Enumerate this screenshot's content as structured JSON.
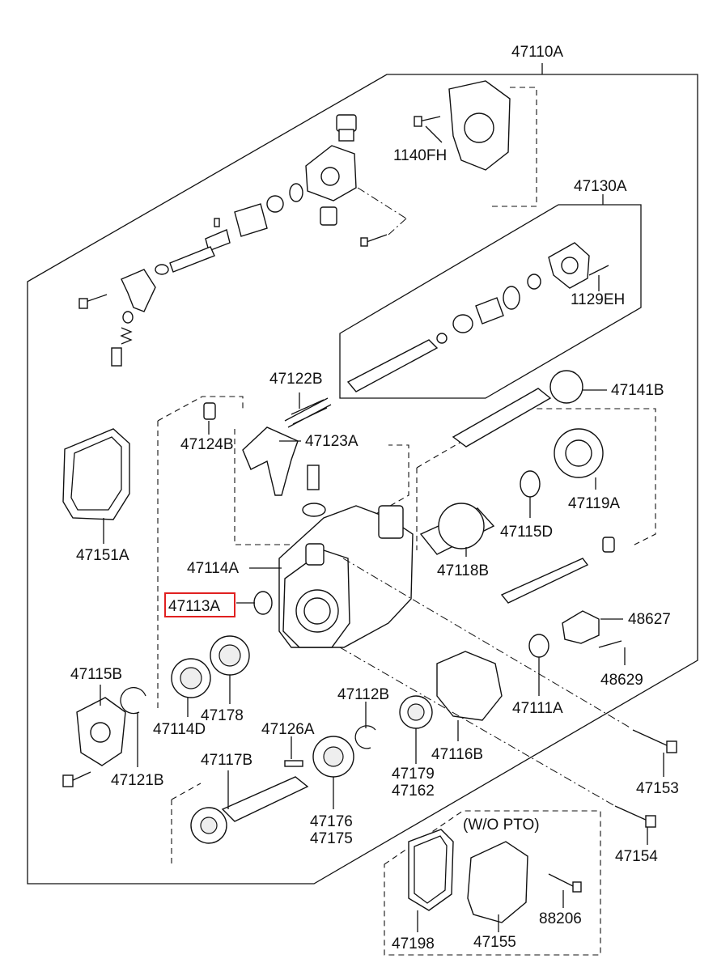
{
  "labels": {
    "p47110A": "47110A",
    "p1140FH": "1140FH",
    "p47130A": "47130A",
    "p1129EH": "1129EH",
    "p47122B": "47122B",
    "p47141B": "47141B",
    "p47124B": "47124B",
    "p47123A": "47123A",
    "p47119A": "47119A",
    "p47151A": "47151A",
    "p47115D": "47115D",
    "p47114A": "47114A",
    "p47118B": "47118B",
    "p47113A": "47113A",
    "p48627": "48627",
    "p48629": "48629",
    "p47115B": "47115B",
    "p47112B": "47112B",
    "p47111A": "47111A",
    "p47178": "47178",
    "p47114D": "47114D",
    "p47126A": "47126A",
    "p47116B": "47116B",
    "p47117B": "47117B",
    "p47121B": "47121B",
    "p47179": "47179",
    "p47162": "47162",
    "p47153": "47153",
    "p47176": "47176",
    "p47175": "47175",
    "p47154": "47154",
    "wo_pto": "(W/O PTO)",
    "p88206": "88206",
    "p47198": "47198",
    "p47155": "47155"
  },
  "highlight": {
    "part": "47113A",
    "color": "#e02020"
  }
}
